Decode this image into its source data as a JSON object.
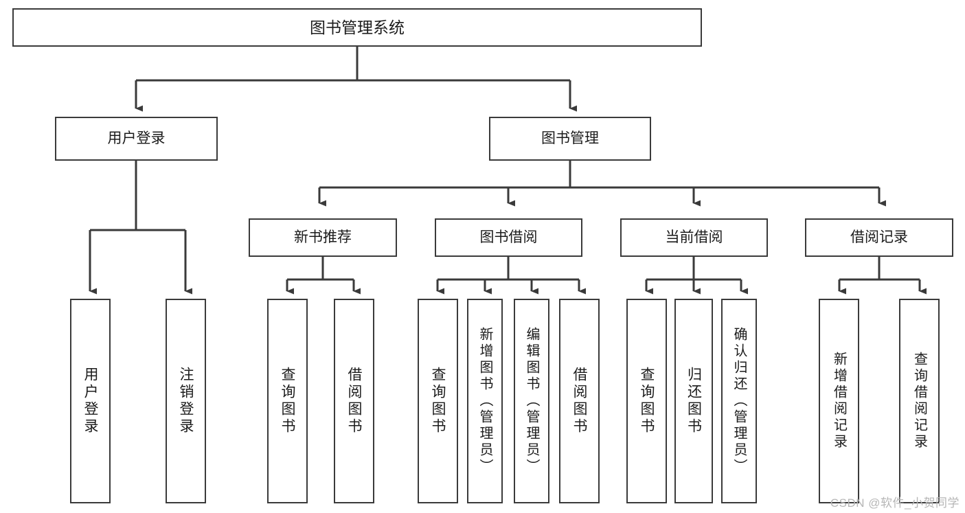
{
  "diagram": {
    "title": "图书管理系统",
    "watermark": "CSDN @软件_小贺同学",
    "colors": {
      "box_border": "#3a3a3a",
      "connector": "#3a3a3a",
      "background": "#ffffff",
      "text": "#1b1b1b",
      "watermark": "#b6b6b6"
    },
    "root": {
      "label": "图书管理系统"
    },
    "level1": [
      {
        "label": "用户登录"
      },
      {
        "label": "图书管理"
      }
    ],
    "level2": [
      {
        "label": "新书推荐"
      },
      {
        "label": "图书借阅"
      },
      {
        "label": "当前借阅"
      },
      {
        "label": "借阅记录"
      }
    ],
    "leaves": {
      "user_login": [
        {
          "label": "用户登录"
        },
        {
          "label": "注销登录"
        }
      ],
      "new_book_recommend": [
        {
          "label": "查询图书"
        },
        {
          "label": "借阅图书"
        }
      ],
      "book_borrow": [
        {
          "label": "查询图书"
        },
        {
          "label": "新增图书（管理员）"
        },
        {
          "label": "编辑图书（管理员）"
        },
        {
          "label": "借阅图书"
        }
      ],
      "current_borrow": [
        {
          "label": "查询图书"
        },
        {
          "label": "归还图书"
        },
        {
          "label": "确认归还（管理员）"
        }
      ],
      "borrow_records": [
        {
          "label": "新增借阅记录"
        },
        {
          "label": "查询借阅记录"
        }
      ]
    }
  }
}
